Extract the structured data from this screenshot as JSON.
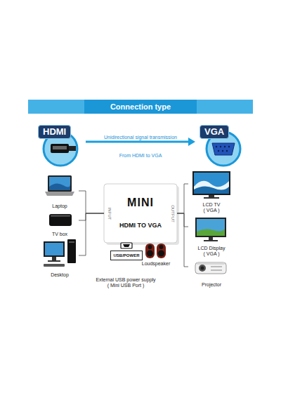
{
  "diagram": {
    "title": "Connection type",
    "nodes": [
      {
        "text": [
          "HDMI"
        ]
      },
      {
        "text": [
          "VGA"
        ]
      },
      {
        "text": [
          "Laptop"
        ]
      },
      {
        "text": [
          "TV box"
        ]
      },
      {
        "text": [
          "Desktop"
        ]
      },
      {
        "text": [
          "MINI",
          "HDMI TO VGA",
          "INPUT",
          "OUTPUT"
        ]
      },
      {
        "text": [
          "USB/POWER"
        ]
      },
      {
        "text": [
          "Loudspeaker"
        ]
      },
      {
        "text": [
          "LCD TV ( VGA )"
        ]
      },
      {
        "text": [
          "LCD Display ( VGA )"
        ]
      },
      {
        "text": [
          "Projector"
        ]
      }
    ],
    "edges": [
      {
        "from": 0,
        "to": 1,
        "arrow": "to",
        "label": "Unidirectional signal transmission"
      },
      {
        "from": 2,
        "to": 5,
        "arrow": "none"
      },
      {
        "from": 3,
        "to": 5,
        "arrow": "none"
      },
      {
        "from": 4,
        "to": 5,
        "arrow": "none"
      },
      {
        "from": 5,
        "to": 8,
        "arrow": "none"
      },
      {
        "from": 5,
        "to": 9,
        "arrow": "none"
      },
      {
        "from": 5,
        "to": 10,
        "arrow": "none"
      }
    ],
    "labels": [
      "From HDMI to VGA",
      "External USB power supply ( Mini USB Port )"
    ]
  }
}
